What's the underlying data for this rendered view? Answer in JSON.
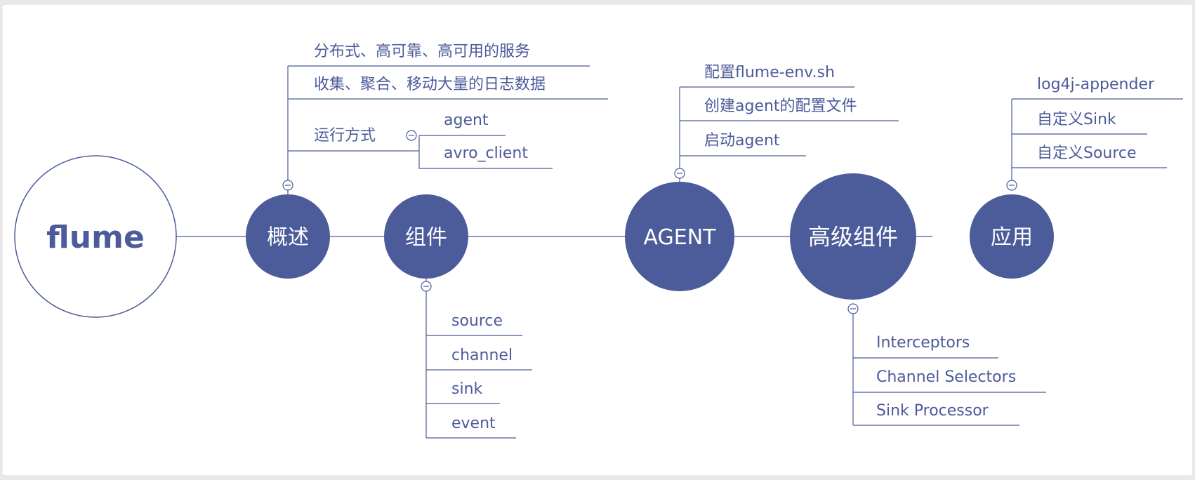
{
  "colors": {
    "page_bg": "#e9e9e9",
    "panel_bg": "#ffffff",
    "node_fill": "#4c5b9a",
    "line": "#4c5b9a",
    "label_text": "#4c5b9a",
    "node_text": "#ffffff",
    "root_fill": "#ffffff"
  },
  "root": {
    "label": "flume"
  },
  "nodes": {
    "overview": {
      "label": "概述"
    },
    "components": {
      "label": "组件"
    },
    "agent": {
      "label": "AGENT"
    },
    "advanced": {
      "label": "高级组件"
    },
    "application": {
      "label": "应用"
    }
  },
  "overview_branch": {
    "items": [
      "分布式、高可靠、高可用的服务",
      "收集、聚合、移动大量的日志数据"
    ],
    "run_mode": {
      "label": "运行方式",
      "items": [
        "agent",
        "avro_client"
      ]
    }
  },
  "components_branch": {
    "items": [
      "source",
      "channel",
      "sink",
      "event"
    ]
  },
  "agent_branch": {
    "items": [
      "配置flume-env.sh",
      "创建agent的配置文件",
      "启动agent"
    ]
  },
  "advanced_branch": {
    "items": [
      "Interceptors",
      "Channel Selectors",
      "Sink Processor"
    ]
  },
  "application_branch": {
    "items": [
      "log4j-appender",
      "自定义Sink",
      "自定义Source"
    ]
  },
  "collapse_icon": "minus-circle-icon"
}
